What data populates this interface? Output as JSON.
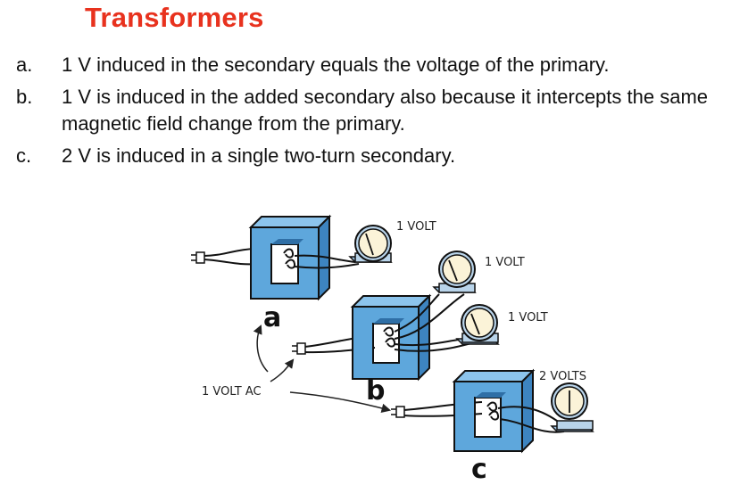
{
  "title": "Transformers",
  "items": [
    {
      "marker": "a.",
      "text": "1 V induced in the secondary equals the voltage of the primary."
    },
    {
      "marker": "b.",
      "text": "1 V is induced in the added secondary also because it intercepts the same magnetic field change from the primary."
    },
    {
      "marker": "c.",
      "text": "2 V is induced in a single two-turn secondary."
    }
  ],
  "diagram": {
    "labels": {
      "meter_a": "1 VOLT",
      "meter_b1": "1 VOLT",
      "meter_b2": "1 VOLT",
      "meter_c": "2 VOLTS",
      "source": "1 VOLT AC",
      "letter_a": "a",
      "letter_b": "b",
      "letter_c": "c"
    },
    "colors": {
      "core_front": "#5ea7dc",
      "core_side": "#3d84c0",
      "core_top": "#8cc4ec",
      "meter_face": "#fbf3d8",
      "meter_body": "#b9d4ea"
    }
  }
}
